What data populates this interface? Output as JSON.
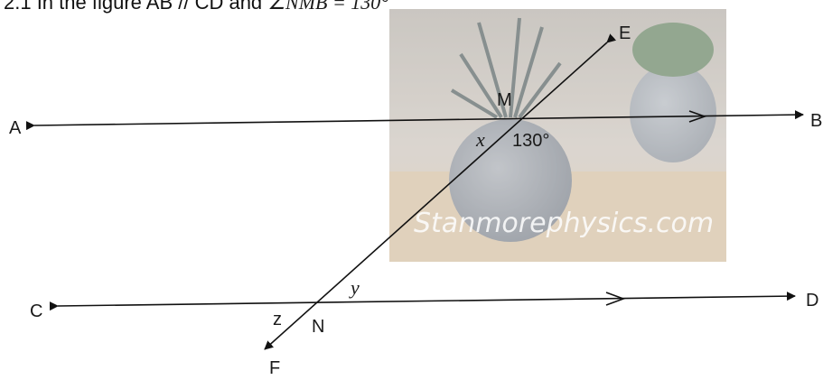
{
  "heading": {
    "text_plain": "2.1 In the figure AB // CD and ",
    "angle_expr": "∠NMB = 130°"
  },
  "points": {
    "A": "A",
    "B": "B",
    "C": "C",
    "D": "D",
    "E": "E",
    "F": "F",
    "M": "M",
    "N": "N"
  },
  "angles": {
    "given": "130°",
    "x": "x",
    "y": "y",
    "z": "z"
  },
  "watermark": {
    "text": "Stanmorephysics.com"
  },
  "colors": {
    "line": "#111111",
    "text": "#1a1a1a"
  }
}
